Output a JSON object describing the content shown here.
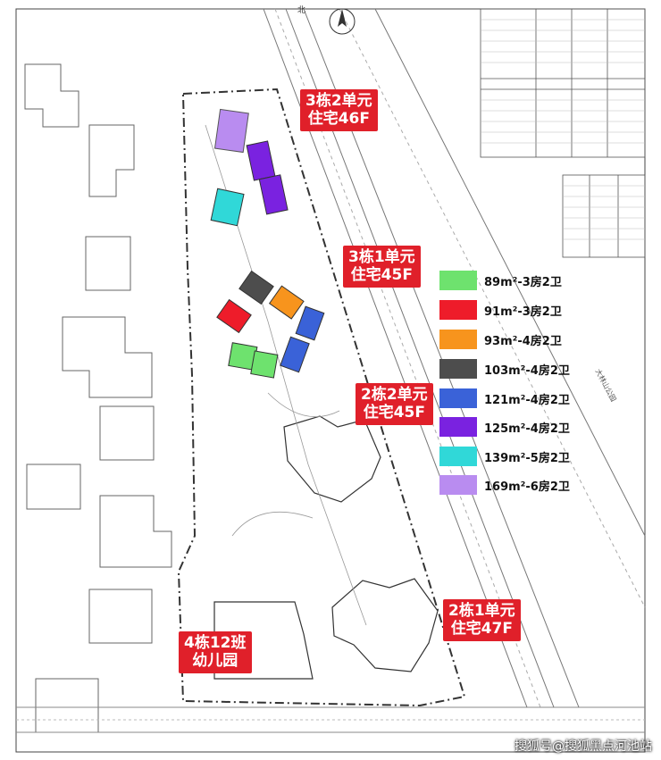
{
  "map": {
    "north_label": "北",
    "park_label": "大林山公园",
    "buildings": [
      {
        "line1": "3栋2单元",
        "line2": "住宅46F"
      },
      {
        "line1": "3栋1单元",
        "line2": "住宅45F"
      },
      {
        "line1": "2栋2单元",
        "line2": "住宅45F"
      },
      {
        "line1": "2栋1单元",
        "line2": "住宅47F"
      },
      {
        "line1": "4栋12班",
        "line2": "幼儿园"
      }
    ],
    "legend": [
      {
        "label": "89m²-3房2卫",
        "color": "#6ee26e"
      },
      {
        "label": "91m²-3房2卫",
        "color": "#ee1c2a"
      },
      {
        "label": "93m²-4房2卫",
        "color": "#f7941d"
      },
      {
        "label": "103m²-4房2卫",
        "color": "#4d4d4d"
      },
      {
        "label": "121m²-4房2卫",
        "color": "#3a62d8"
      },
      {
        "label": "125m²-4房2卫",
        "color": "#7a22e0"
      },
      {
        "label": "139m²-5房2卫",
        "color": "#30d8d8"
      },
      {
        "label": "169m²-6房2卫",
        "color": "#b98cf0"
      }
    ]
  },
  "watermark": "搜狐号@搜狐黑点河池站"
}
